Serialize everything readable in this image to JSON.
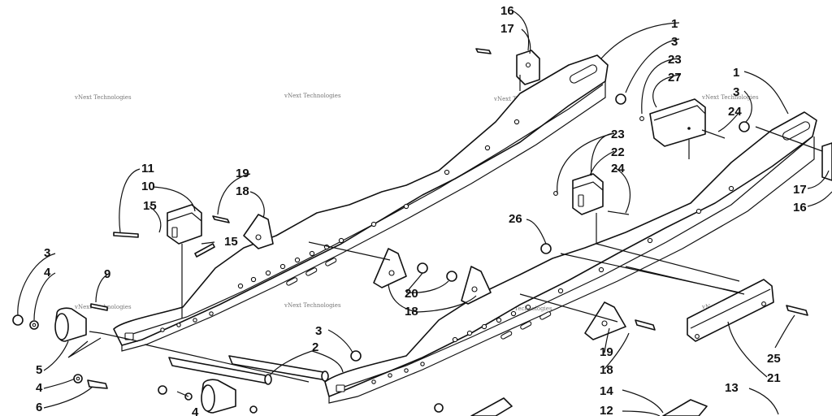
{
  "watermark": "vNext Technologies",
  "callouts": [
    "1",
    "2",
    "3",
    "4",
    "5",
    "6",
    "9",
    "10",
    "11",
    "12",
    "13",
    "14",
    "15",
    "16",
    "17",
    "18",
    "19",
    "20",
    "21",
    "22",
    "23",
    "24",
    "25",
    "26",
    "27"
  ]
}
